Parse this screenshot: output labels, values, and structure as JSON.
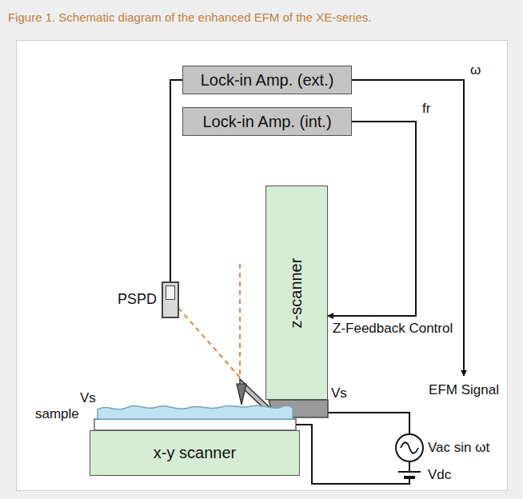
{
  "diagram": {
    "caption": "Figure 1. Schematic diagram of the enhanced EFM of the XE-series.",
    "nodes": [
      {
        "text": [
          "Lock-in Amp. (ext.)"
        ]
      },
      {
        "text": [
          "Lock-in Amp. (int.)"
        ]
      },
      {
        "text": [
          "z-scanner"
        ]
      },
      {
        "text": [
          "PSPD"
        ]
      },
      {
        "text": [
          "x-y scanner"
        ]
      }
    ],
    "edges": [
      {
        "from": 3,
        "to": 0,
        "arrow": "none"
      },
      {
        "from": 1,
        "to": 2,
        "label": "Z-Feedback Control",
        "arrow": "to"
      }
    ],
    "labels": [
      "ω",
      "fr",
      "EFM Signal",
      "Vs",
      "sample",
      "Vs",
      "Vac sin ωt",
      "Vdc"
    ]
  }
}
